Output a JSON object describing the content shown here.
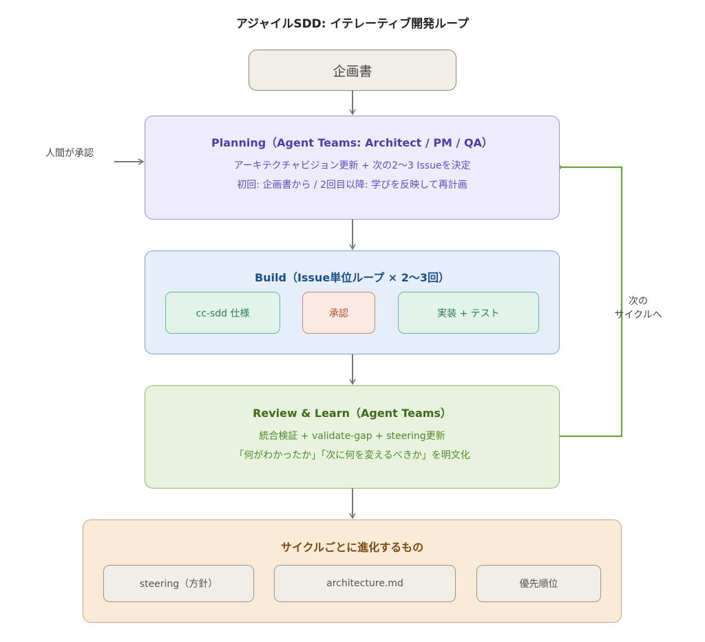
{
  "title": "アジャイルSDD: イテレーティブ開発ループ",
  "colors": {
    "arrow": "#777777",
    "loop": "#6aa33a",
    "proposal_bg": "#f1ede7",
    "proposal_border": "#8a8580",
    "planning_bg": "#eeecfb",
    "planning_border": "#9a92dc",
    "planning_text": "#4c3fa8",
    "build_bg": "#e5eef9",
    "build_border": "#7ea2d2",
    "build_text": "#1d4f87",
    "spec_bg": "#e2f3ec",
    "spec_border": "#6bb39a",
    "spec_text": "#2e7a5f",
    "approve_bg": "#fbeae4",
    "approve_border": "#c98a76",
    "approve_text": "#b24d2e",
    "review_bg": "#e8f2de",
    "review_border": "#8fba6d",
    "review_text": "#3d7a1d",
    "evolve_bg": "#faebd9",
    "evolve_border": "#c9a27a",
    "evolve_text": "#7a4a0e",
    "chip_bg": "#f1ede7",
    "chip_border": "#9a958f",
    "chip_text": "#555555"
  },
  "proposal": {
    "label": "企画書"
  },
  "human_approval": {
    "label": "人間が承認"
  },
  "planning": {
    "title": "Planning（Agent Teams: Architect / PM / QA）",
    "line1": "アーキテクチャビジョン更新 + 次の2〜3 Issueを決定",
    "line2": "初回: 企画書から / 2回目以降: 学びを反映して再計画"
  },
  "build": {
    "title": "Build（Issue単位ループ × 2〜3回）",
    "steps": [
      {
        "label": "cc-sdd 仕様"
      },
      {
        "label": "承認"
      },
      {
        "label": "実装 + テスト"
      }
    ]
  },
  "review": {
    "title": "Review & Learn（Agent Teams）",
    "line1": "統合検証 + validate-gap + steering更新",
    "line2": "「何がわかったか」「次に何を変えるべきか」を明文化"
  },
  "loop_label": {
    "line1": "次の",
    "line2": "サイクルへ"
  },
  "evolve": {
    "title": "サイクルごとに進化するもの",
    "items": [
      {
        "label": "steering（方針）"
      },
      {
        "label": "architecture.md"
      },
      {
        "label": "優先順位"
      }
    ]
  }
}
